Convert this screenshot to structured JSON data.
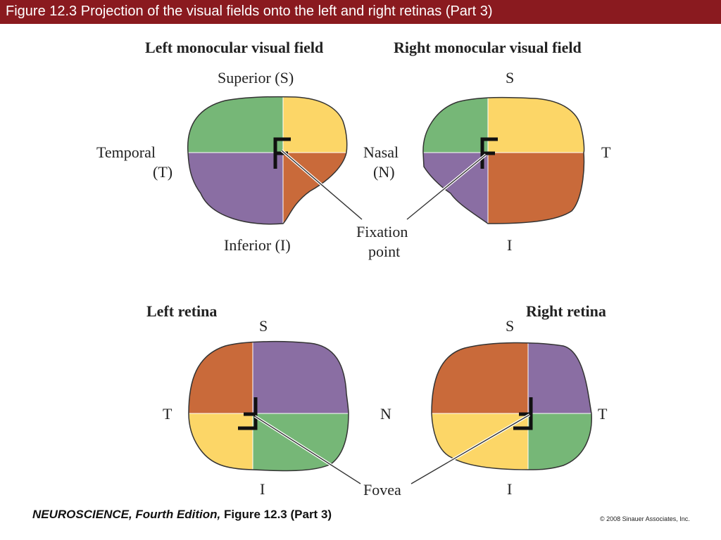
{
  "slide_title": "Figure 12.3  Projection of the visual fields onto the left and right retinas (Part 3)",
  "headings": {
    "left_field": "Left monocular visual field",
    "right_field": "Right monocular visual field",
    "left_retina": "Left retina",
    "right_retina": "Right retina"
  },
  "labels": {
    "superior": "Superior (S)",
    "temporal_1": "Temporal",
    "temporal_2": "(T)",
    "nasal_1": "Nasal",
    "nasal_2": "(N)",
    "inferior": "Inferior (I)",
    "fixation_1": "Fixation",
    "fixation_2": "point",
    "s": "S",
    "t": "T",
    "i": "I",
    "n": "N",
    "fovea": "Fovea"
  },
  "colors": {
    "green": "#76b777",
    "yellow": "#fcd667",
    "purple": "#8a6ea3",
    "orange": "#c96a3a",
    "title_bar": "#8a1a1f"
  },
  "footer": {
    "book": "NEUROSCIENCE, Fourth Edition,",
    "figure": " Figure 12.3 (Part 3)",
    "copyright": "© 2008 Sinauer Associates, Inc."
  }
}
